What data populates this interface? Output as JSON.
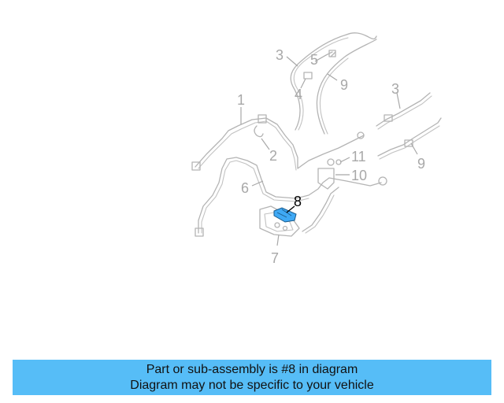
{
  "caption": {
    "line1": "Part or sub-assembly is #8 in diagram",
    "line2": "Diagram may not be specific to your vehicle"
  },
  "callouts": {
    "c1": "1",
    "c2": "2",
    "c3a": "3",
    "c3b": "3",
    "c4": "4",
    "c5": "5",
    "c6": "6",
    "c7": "7",
    "c8": "8",
    "c9a": "9",
    "c9b": "9",
    "c10": "10",
    "c11": "11"
  },
  "highlighted_part": "8",
  "colors": {
    "banner": "#56bdf7",
    "highlight_part": "#3fa9f5",
    "line_art": "#b4b4b4"
  }
}
